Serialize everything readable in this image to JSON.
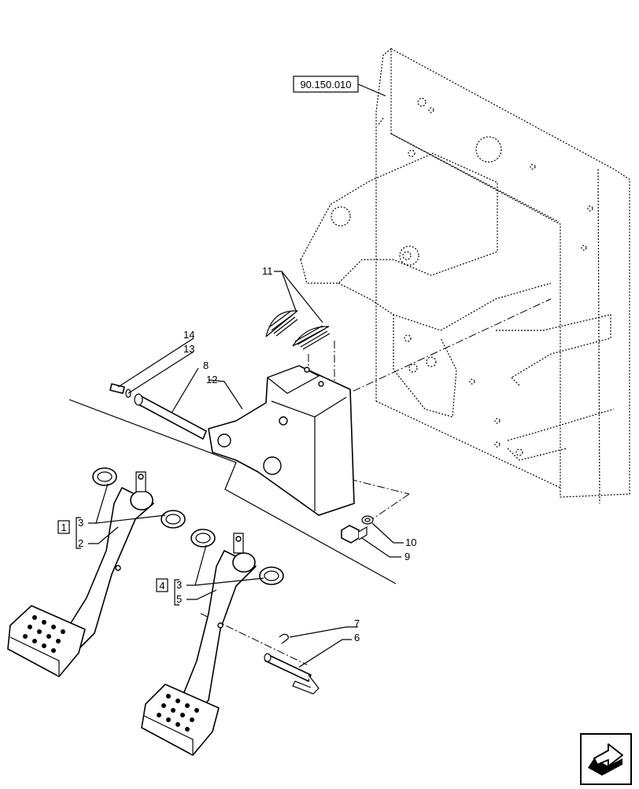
{
  "reference_label": "90.150.010",
  "callouts": {
    "c1": "1",
    "c2": "2",
    "c3a": "3",
    "c3b": "3",
    "c4": "4",
    "c5": "5",
    "c6": "6",
    "c7": "7",
    "c8": "8",
    "c9": "9",
    "c10": "10",
    "c11": "11",
    "c12": "12",
    "c13": "13",
    "c14": "14"
  },
  "nav_icon": "next-page-arrow-icon"
}
